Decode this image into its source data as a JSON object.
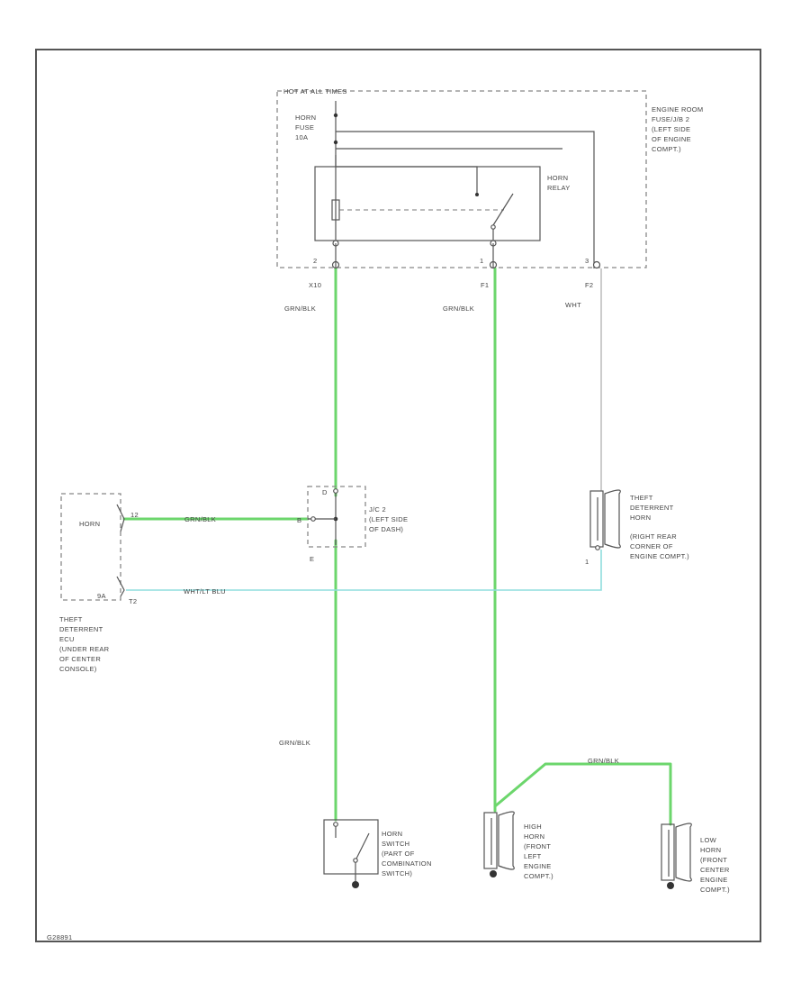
{
  "fuse_box": {
    "title": "HOT AT ALL TIMES",
    "location": [
      "ENGINE ROOM",
      "FUSE/J/B 2",
      "(LEFT SIDE",
      "OF ENGINE",
      "COMPT.)"
    ],
    "fuse": [
      "HORN",
      "FUSE",
      "10A"
    ],
    "relay": [
      "HORN",
      "RELAY"
    ],
    "pins": {
      "left": "2",
      "middle": "1",
      "right": "3"
    },
    "terminals": {
      "left": "X10",
      "middle": "F1",
      "right": "F2"
    }
  },
  "wires": {
    "w1": "GRN/BLK",
    "w2": "GRN/BLK",
    "w3": "WHT",
    "w4": "GRN/BLK",
    "w5": "WHT/LT BLU",
    "w6": "GRN/BLK",
    "w7": "GRN/BLK"
  },
  "jc": {
    "label": [
      "J/C 2",
      "(LEFT SIDE",
      "OF DASH)"
    ],
    "pins": {
      "top": "D",
      "left": "B",
      "bottom": "E"
    }
  },
  "ecu": {
    "inner": "HORN",
    "pin_top": "12",
    "pin_bottom": "9A",
    "terminal": "T2",
    "label": [
      "THEFT",
      "DETERRENT",
      "ECU",
      "(UNDER REAR",
      "OF CENTER",
      "CONSOLE)"
    ]
  },
  "theft_horn": {
    "label": [
      "THEFT",
      "DETERRENT",
      "HORN",
      "(RIGHT REAR",
      "CORNER OF",
      "ENGINE COMPT.)"
    ],
    "pin": "1"
  },
  "horn_switch": {
    "label": [
      "HORN",
      "SWITCH",
      "(PART OF",
      "COMBINATION",
      "SWITCH)"
    ]
  },
  "high_horn": {
    "label": [
      "HIGH",
      "HORN",
      "(FRONT",
      "LEFT",
      "ENGINE",
      "COMPT.)"
    ]
  },
  "low_horn": {
    "label": [
      "LOW",
      "HORN",
      "(FRONT",
      "CENTER",
      "ENGINE",
      "COMPT.)"
    ]
  },
  "figure_id": "G28891",
  "colors": {
    "green_wire": "#6cd66c",
    "cyan_wire": "#8fdede",
    "white_wire": "#bbbbbb",
    "frame": "#555555"
  }
}
